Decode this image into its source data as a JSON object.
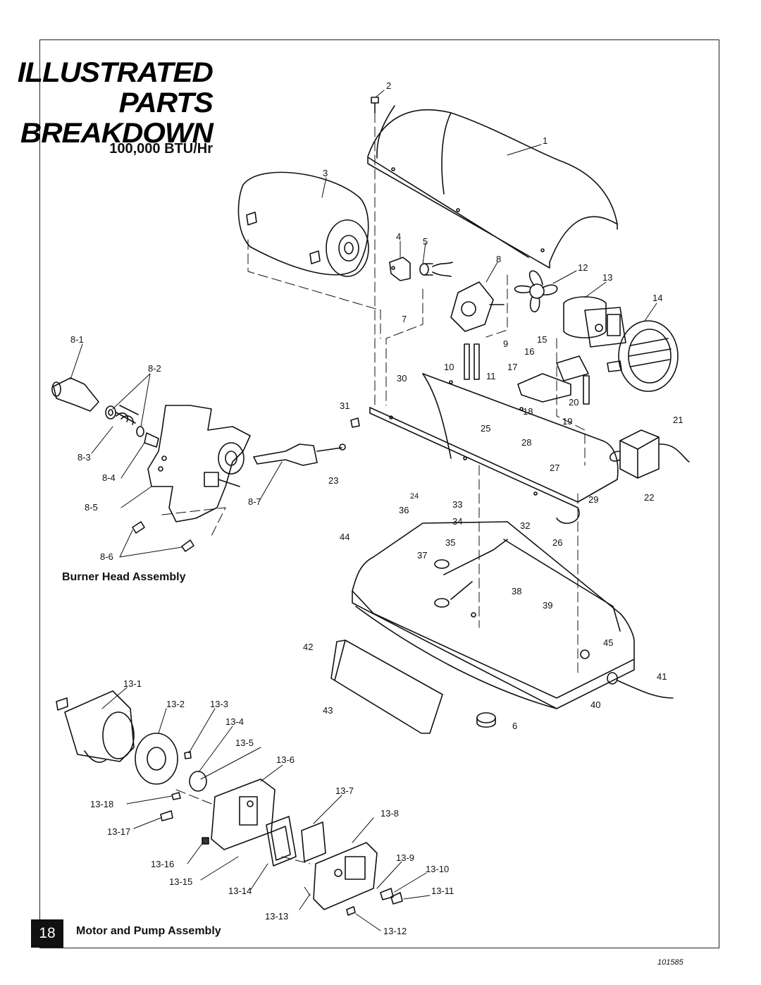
{
  "header": {
    "title_line1": "ILLUSTRATED",
    "title_line2": "PARTS",
    "title_line3": "BREAKDOWN",
    "subtitle": "100,000 BTU/Hr"
  },
  "sections": {
    "burner": "Burner Head Assembly",
    "motor_pump": "Motor and Pump Assembly"
  },
  "footer": {
    "page_number": "18",
    "doc_number": "101585"
  },
  "callouts": [
    {
      "id": "c2",
      "text": "2"
    },
    {
      "id": "c1",
      "text": "1"
    },
    {
      "id": "c3",
      "text": "3"
    },
    {
      "id": "c4",
      "text": "4"
    },
    {
      "id": "c5",
      "text": "5"
    },
    {
      "id": "c8",
      "text": "8"
    },
    {
      "id": "c12",
      "text": "12"
    },
    {
      "id": "c13",
      "text": "13"
    },
    {
      "id": "c14",
      "text": "14"
    },
    {
      "id": "c7",
      "text": "7"
    },
    {
      "id": "c9",
      "text": "9"
    },
    {
      "id": "c15",
      "text": "15"
    },
    {
      "id": "c16",
      "text": "16"
    },
    {
      "id": "c10",
      "text": "10"
    },
    {
      "id": "c11",
      "text": "11"
    },
    {
      "id": "c17",
      "text": "17"
    },
    {
      "id": "c30",
      "text": "30"
    },
    {
      "id": "c31",
      "text": "31"
    },
    {
      "id": "c18",
      "text": "18"
    },
    {
      "id": "c20",
      "text": "20"
    },
    {
      "id": "c21",
      "text": "21"
    },
    {
      "id": "c19",
      "text": "19"
    },
    {
      "id": "c25",
      "text": "25"
    },
    {
      "id": "c28",
      "text": "28"
    },
    {
      "id": "c27",
      "text": "27"
    },
    {
      "id": "c23",
      "text": "23"
    },
    {
      "id": "c24",
      "text": "24"
    },
    {
      "id": "c33",
      "text": "33"
    },
    {
      "id": "c29",
      "text": "29"
    },
    {
      "id": "c22",
      "text": "22"
    },
    {
      "id": "c36",
      "text": "36"
    },
    {
      "id": "c34",
      "text": "34"
    },
    {
      "id": "c32",
      "text": "32"
    },
    {
      "id": "c44",
      "text": "44"
    },
    {
      "id": "c35",
      "text": "35"
    },
    {
      "id": "c26",
      "text": "26"
    },
    {
      "id": "c37",
      "text": "37"
    },
    {
      "id": "c38",
      "text": "38"
    },
    {
      "id": "c39",
      "text": "39"
    },
    {
      "id": "c42",
      "text": "42"
    },
    {
      "id": "c45",
      "text": "45"
    },
    {
      "id": "c41",
      "text": "41"
    },
    {
      "id": "c43",
      "text": "43"
    },
    {
      "id": "c40",
      "text": "40"
    },
    {
      "id": "c6",
      "text": "6"
    },
    {
      "id": "c8_1",
      "text": "8-1"
    },
    {
      "id": "c8_2",
      "text": "8-2"
    },
    {
      "id": "c8_3",
      "text": "8-3"
    },
    {
      "id": "c8_4",
      "text": "8-4"
    },
    {
      "id": "c8_5",
      "text": "8-5"
    },
    {
      "id": "c8_6",
      "text": "8-6"
    },
    {
      "id": "c8_7",
      "text": "8-7"
    },
    {
      "id": "c13_1",
      "text": "13-1"
    },
    {
      "id": "c13_2",
      "text": "13-2"
    },
    {
      "id": "c13_3",
      "text": "13-3"
    },
    {
      "id": "c13_4",
      "text": "13-4"
    },
    {
      "id": "c13_5",
      "text": "13-5"
    },
    {
      "id": "c13_6",
      "text": "13-6"
    },
    {
      "id": "c13_7",
      "text": "13-7"
    },
    {
      "id": "c13_8",
      "text": "13-8"
    },
    {
      "id": "c13_9",
      "text": "13-9"
    },
    {
      "id": "c13_10",
      "text": "13-10"
    },
    {
      "id": "c13_11",
      "text": "13-11"
    },
    {
      "id": "c13_12",
      "text": "13-12"
    },
    {
      "id": "c13_13",
      "text": "13-13"
    },
    {
      "id": "c13_14",
      "text": "13-14"
    },
    {
      "id": "c13_15",
      "text": "13-15"
    },
    {
      "id": "c13_16",
      "text": "13-16"
    },
    {
      "id": "c13_17",
      "text": "13-17"
    },
    {
      "id": "c13_18",
      "text": "13-18"
    }
  ]
}
